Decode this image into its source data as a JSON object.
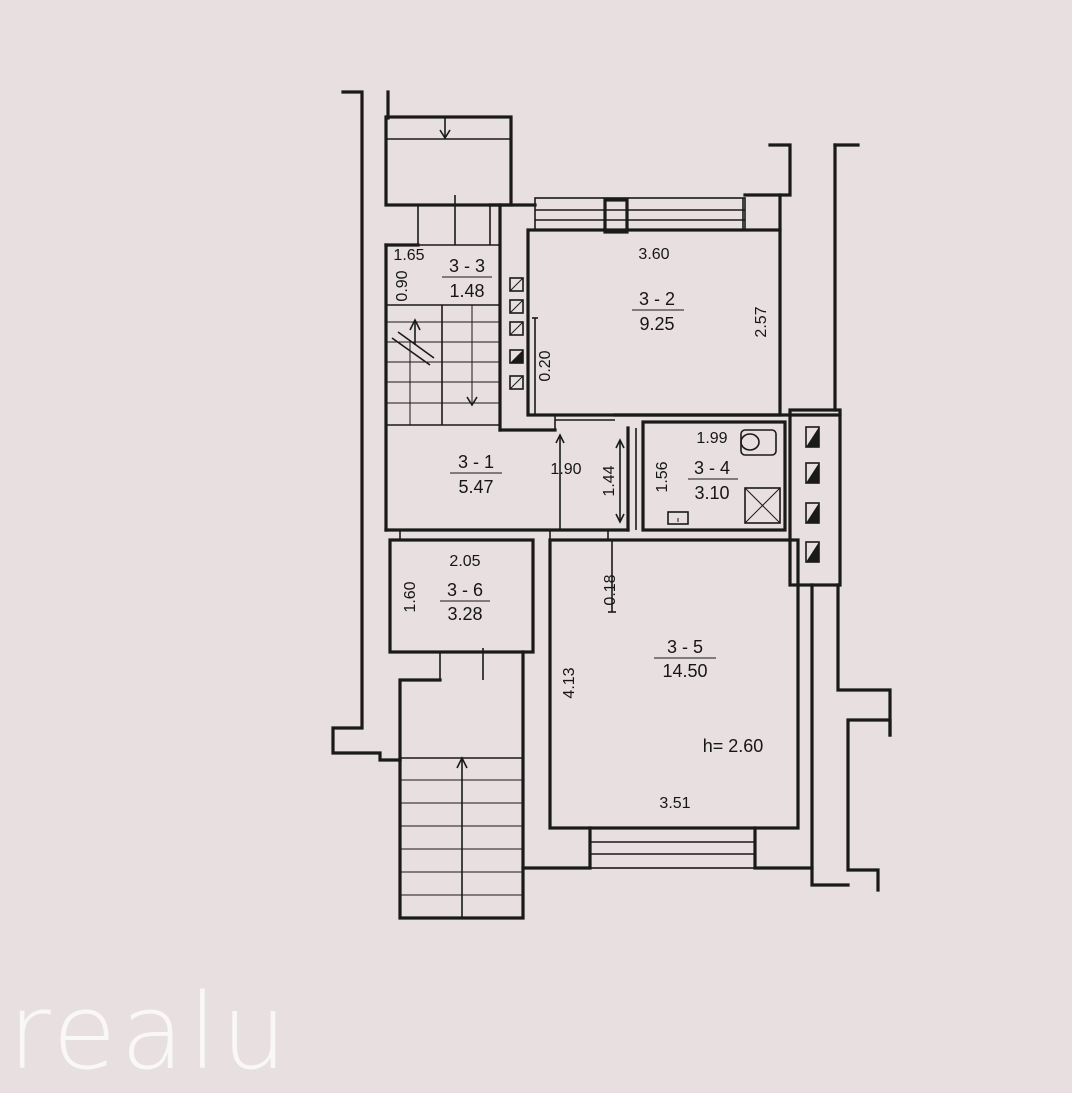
{
  "rooms": [
    {
      "id": "3-1",
      "code": "3 - 1",
      "area": "5.47"
    },
    {
      "id": "3-2",
      "code": "3 - 2",
      "area": "9.25"
    },
    {
      "id": "3-3",
      "code": "3 - 3",
      "area": "1.48"
    },
    {
      "id": "3-4",
      "code": "3 - 4",
      "area": "3.10"
    },
    {
      "id": "3-5",
      "code": "3 - 5",
      "area": "14.50"
    },
    {
      "id": "3-6",
      "code": "3 - 6",
      "area": "3.28"
    }
  ],
  "dimensions": {
    "room_3_3_width": "1.65",
    "room_3_3_height": "0.90",
    "room_3_2_width": "3.60",
    "room_3_2_depth": "2.57",
    "wall_3_2": "0.20",
    "corridor_3_1": "1.90",
    "door_3_1": "1.44",
    "room_3_4_width": "1.99",
    "room_3_4_height": "1.56",
    "room_3_6_width": "2.05",
    "room_3_6_height": "1.60",
    "wall_3_5": "0.18",
    "room_3_5_depth": "4.13",
    "room_3_5_width": "3.51"
  },
  "ceiling_height": "h= 2.60",
  "watermark": "realu"
}
